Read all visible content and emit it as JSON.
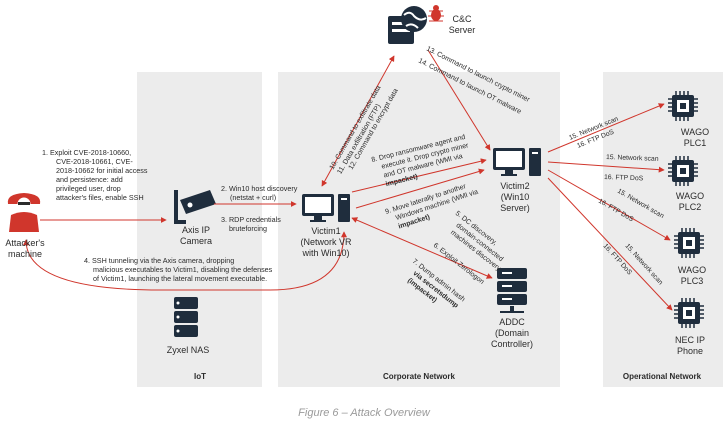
{
  "nodes": {
    "attacker": [
      "Attacker's",
      "machine"
    ],
    "camera": [
      "Axis IP",
      "Camera"
    ],
    "nas": "Zyxel NAS",
    "victim1": [
      "Victim1",
      "(Network VR",
      "with Win10)"
    ],
    "victim2": [
      "Victim2",
      "(Win10",
      "Server)"
    ],
    "addc": [
      "ADDC",
      "(Domain",
      "Controller)"
    ],
    "cnc": [
      "C&C",
      "Server"
    ],
    "plc1": [
      "WAGO",
      "PLC1"
    ],
    "plc2": [
      "WAGO",
      "PLC2"
    ],
    "plc3": [
      "WAGO",
      "PLC3"
    ],
    "nec": [
      "NEC IP",
      "Phone"
    ]
  },
  "zones": {
    "iot": "IoT",
    "corporate": "Corporate Network",
    "operational": "Operational Network"
  },
  "steps": {
    "s1": [
      "1.   Exploit CVE-2018-10660,",
      "CVE-2018-10661, CVE-",
      "2018-10662 for initial access",
      "and persistence: add",
      "privileged user, drop",
      "attacker's files, enable SSH"
    ],
    "s2": [
      "2. Win10 host discovery",
      "(netstat + curl)"
    ],
    "s3": [
      "3. RDP credentials",
      "bruteforcing"
    ],
    "s4": [
      "4. SSH tunneling via the Axis camera, dropping",
      "malicious executables to Victim1, disabling the defenses",
      "of Victim1, launching the lateral movement executable."
    ],
    "s5": [
      "5. DC discovery,",
      "domain-connected",
      "machines discovery"
    ],
    "s6": "6. Exploit Zerologon",
    "s7": [
      "7. Dump admin hash",
      "via secretsdump",
      "(impacket)"
    ],
    "s8": [
      "8. Drop  ransomware agent and",
      "execute it. Drop crypto miner",
      "and OT malware (WMI via",
      "impacket)"
    ],
    "s9": [
      "9. Move laterally to another",
      "Windows machine (WMI via",
      "impacket)"
    ],
    "s10": "10. Command to exfiltrate data",
    "s11": "11. Data exfiltration (FTP)",
    "s12": "12. Command to encrypt data",
    "s13": "13. Command to launch crypto miner",
    "s14": "14. Command to launch OT malware",
    "s15": "15. Network scan",
    "s16": "16. FTP DoS"
  },
  "caption": "Figure 6 – Attack Overview"
}
